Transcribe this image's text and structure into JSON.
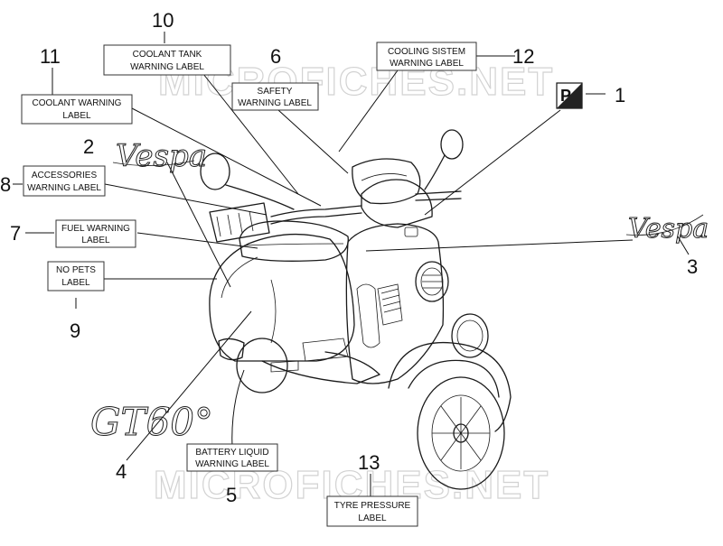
{
  "watermark": "MICROFICHES.NET",
  "callouts": [
    {
      "num": "1",
      "lines": []
    },
    {
      "num": "2",
      "lines": []
    },
    {
      "num": "3",
      "lines": []
    },
    {
      "num": "4",
      "lines": []
    },
    {
      "num": "5",
      "lines": [
        "BATTERY LIQUID",
        "WARNING LABEL"
      ]
    },
    {
      "num": "6",
      "lines": [
        "SAFETY",
        "WARNING LABEL"
      ]
    },
    {
      "num": "7",
      "lines": [
        "FUEL WARNING",
        "LABEL"
      ]
    },
    {
      "num": "8",
      "lines": [
        "ACCESSORIES",
        "WARNING LABEL"
      ]
    },
    {
      "num": "9",
      "lines": [
        "NO PETS",
        "LABEL"
      ]
    },
    {
      "num": "10",
      "lines": [
        "COOLANT TANK",
        "WARNING LABEL"
      ]
    },
    {
      "num": "11",
      "lines": [
        "COOLANT WARNING",
        "LABEL"
      ]
    },
    {
      "num": "12",
      "lines": [
        "COOLING SISTEM",
        "WARNING LABEL"
      ]
    },
    {
      "num": "13",
      "lines": [
        "TYRE PRESSURE",
        "LABEL"
      ]
    }
  ],
  "logos": {
    "vespa_left": "Vespa",
    "vespa_right": "Vespa",
    "gt60": "GT60°",
    "p_symbol": "P"
  }
}
